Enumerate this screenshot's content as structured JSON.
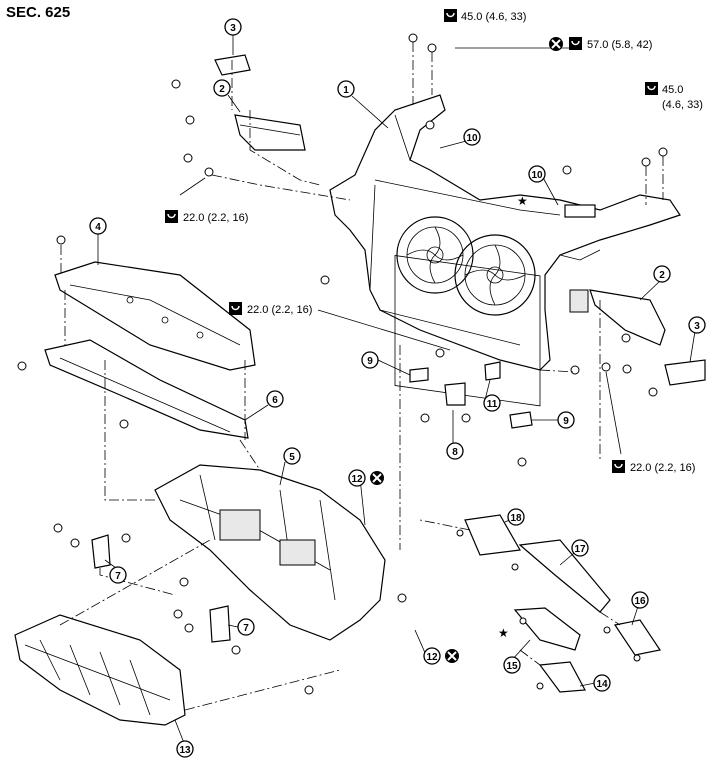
{
  "section_label": "SEC. 625",
  "callouts": [
    {
      "id": "c1",
      "label": "1"
    },
    {
      "id": "c2a",
      "label": "2"
    },
    {
      "id": "c2b",
      "label": "2"
    },
    {
      "id": "c3a",
      "label": "3"
    },
    {
      "id": "c3b",
      "label": "3"
    },
    {
      "id": "c4",
      "label": "4"
    },
    {
      "id": "c5",
      "label": "5"
    },
    {
      "id": "c6",
      "label": "6"
    },
    {
      "id": "c7a",
      "label": "7"
    },
    {
      "id": "c7b",
      "label": "7"
    },
    {
      "id": "c8",
      "label": "8"
    },
    {
      "id": "c9a",
      "label": "9"
    },
    {
      "id": "c9b",
      "label": "9"
    },
    {
      "id": "c10a",
      "label": "10"
    },
    {
      "id": "c10b",
      "label": "10"
    },
    {
      "id": "c11",
      "label": "11"
    },
    {
      "id": "c12a",
      "label": "12"
    },
    {
      "id": "c12b",
      "label": "12"
    },
    {
      "id": "c13",
      "label": "13"
    },
    {
      "id": "c14",
      "label": "14"
    },
    {
      "id": "c15",
      "label": "15"
    },
    {
      "id": "c16",
      "label": "16"
    },
    {
      "id": "c17",
      "label": "17"
    },
    {
      "id": "c18",
      "label": "18"
    }
  ],
  "torque_labels": [
    {
      "id": "t1",
      "text": "45.0 (4.6, 33)"
    },
    {
      "id": "t2",
      "text": "57.0 (5.8, 42)"
    },
    {
      "id": "t3a",
      "text": "45.0"
    },
    {
      "id": "t3b",
      "text": "(4.6, 33)"
    },
    {
      "id": "t4",
      "text": "22.0 (2.2, 16)"
    },
    {
      "id": "t5",
      "text": "22.0 (2.2, 16)"
    },
    {
      "id": "t6",
      "text": "22.0 (2.2, 16)"
    }
  ],
  "symbols": {
    "torque_wrench_icon": "torque-wrench",
    "do_not_reuse_icon": "circled-x",
    "reference_star": "★"
  },
  "star_marks": [
    "★",
    "★"
  ]
}
